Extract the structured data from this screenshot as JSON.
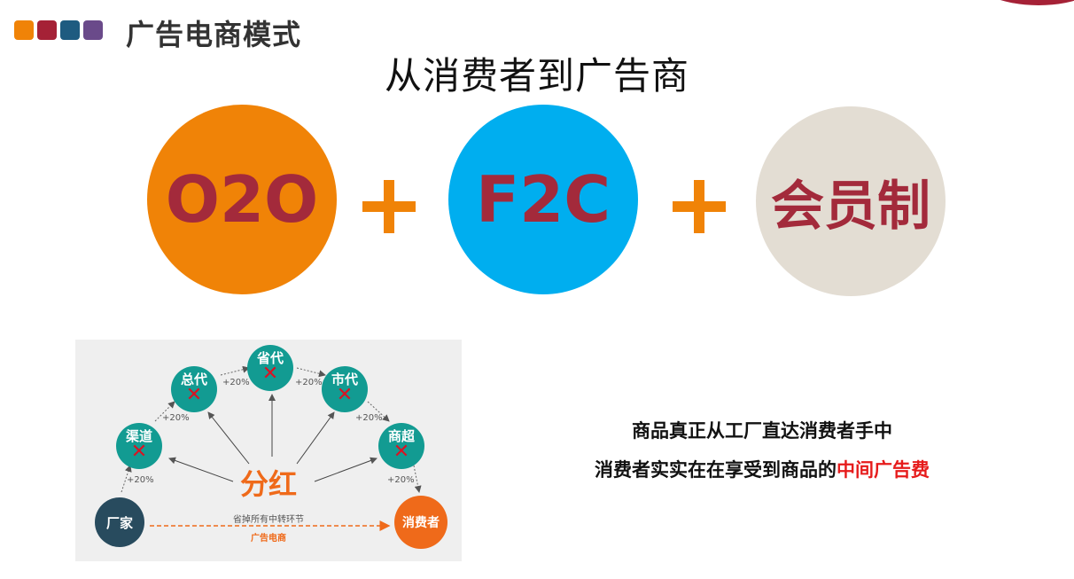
{
  "header": {
    "title": "广告电商模式",
    "square_colors": [
      "#f08307",
      "#a52136",
      "#1e5b80",
      "#6a4a8a"
    ]
  },
  "main_title": "从消费者到广告商",
  "formula": [
    {
      "label": "O2O",
      "color": "#f08307"
    },
    {
      "label": "F2C",
      "color": "#00aeef"
    },
    {
      "label": "会员制",
      "color": "#e3ddd3"
    }
  ],
  "diagram": {
    "nodes": {
      "factory": "厂家",
      "channel": "渠道",
      "general_agent": "总代",
      "provincial_agent": "省代",
      "city_agent": "市代",
      "supermarket": "商超",
      "consumer": "消费者"
    },
    "cross_mark": "✕",
    "markup": "+20%",
    "center_label": "分红",
    "arrow_caption_top": "省掉所有中转环节",
    "arrow_caption_bottom": "广告电商"
  },
  "description": {
    "line1": "商品真正从工厂直达消费者手中",
    "line2_prefix": "消费者实实在在享受到商品的",
    "line2_highlight": "中间广告费"
  }
}
